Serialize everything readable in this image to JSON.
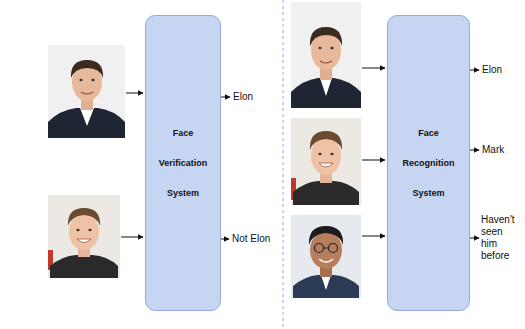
{
  "diagram": {
    "nodes": [
      {
        "text": [
          "Face Verification System"
        ]
      },
      {
        "text": [
          "Face Recognition System"
        ]
      }
    ],
    "labels": [
      "Elon",
      "Not Elon",
      "Elon",
      "Mark",
      "Haven't seen him before"
    ]
  }
}
